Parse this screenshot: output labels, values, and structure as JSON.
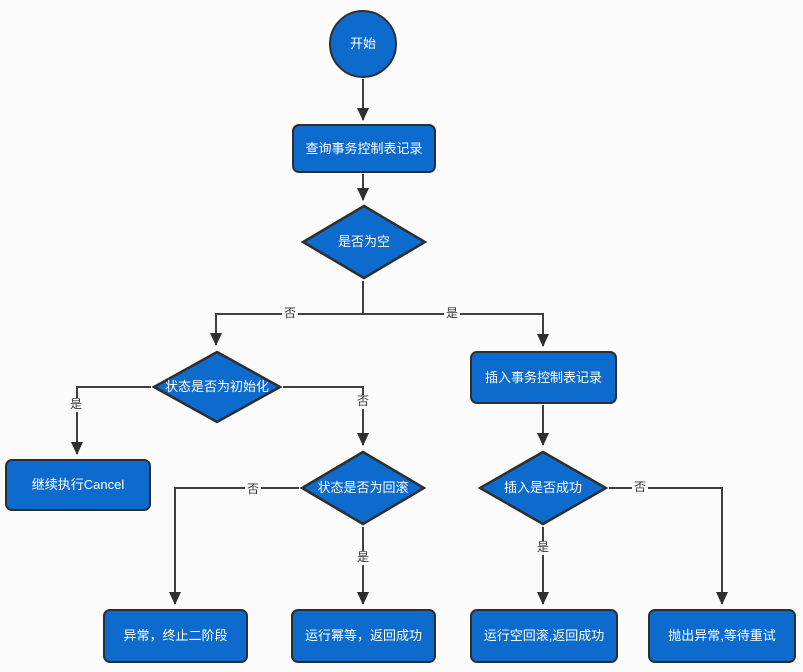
{
  "diagram": {
    "type": "flowchart",
    "colors": {
      "node_fill": "#0d6bce",
      "node_border": "#2e2e2e",
      "connector": "#3f3f3f",
      "background": "#fbfbfb",
      "node_text": "#ffffff",
      "edge_label_text": "#333333"
    },
    "nodes": {
      "start": {
        "type": "circle",
        "label": "开始"
      },
      "query": {
        "type": "process",
        "label": "查询事务控制表记录"
      },
      "is_empty": {
        "type": "decision",
        "label": "是否为空"
      },
      "is_init": {
        "type": "decision",
        "label": "状态是否为初始化"
      },
      "continue_cancel": {
        "type": "process",
        "label": "继续执行Cancel"
      },
      "is_rollback": {
        "type": "decision",
        "label": "状态是否为回滚"
      },
      "insert": {
        "type": "process",
        "label": "插入事务控制表记录"
      },
      "insert_ok": {
        "type": "decision",
        "label": "插入是否成功"
      },
      "abort_phase2": {
        "type": "process",
        "label": "异常，终止二阶段"
      },
      "idempotent": {
        "type": "process",
        "label": "运行幂等，返回成功"
      },
      "empty_rollback": {
        "type": "process",
        "label": "运行空回滚,返回成功"
      },
      "throw_retry": {
        "type": "process",
        "label": "抛出异常,等待重试"
      }
    },
    "edge_labels": {
      "empty_no": "否",
      "empty_yes": "是",
      "init_yes": "是",
      "init_no": "否",
      "rollback_no": "否",
      "rollback_yes": "是",
      "insert_yes": "是",
      "insert_no": "否"
    },
    "edges": [
      {
        "from": "start",
        "to": "query",
        "label": ""
      },
      {
        "from": "query",
        "to": "is_empty",
        "label": ""
      },
      {
        "from": "is_empty",
        "to": "is_init",
        "label": "否"
      },
      {
        "from": "is_empty",
        "to": "insert",
        "label": "是"
      },
      {
        "from": "is_init",
        "to": "continue_cancel",
        "label": "是"
      },
      {
        "from": "is_init",
        "to": "is_rollback",
        "label": "否"
      },
      {
        "from": "is_rollback",
        "to": "abort_phase2",
        "label": "否"
      },
      {
        "from": "is_rollback",
        "to": "idempotent",
        "label": "是"
      },
      {
        "from": "insert",
        "to": "insert_ok",
        "label": ""
      },
      {
        "from": "insert_ok",
        "to": "empty_rollback",
        "label": "是"
      },
      {
        "from": "insert_ok",
        "to": "throw_retry",
        "label": "否"
      }
    ]
  }
}
